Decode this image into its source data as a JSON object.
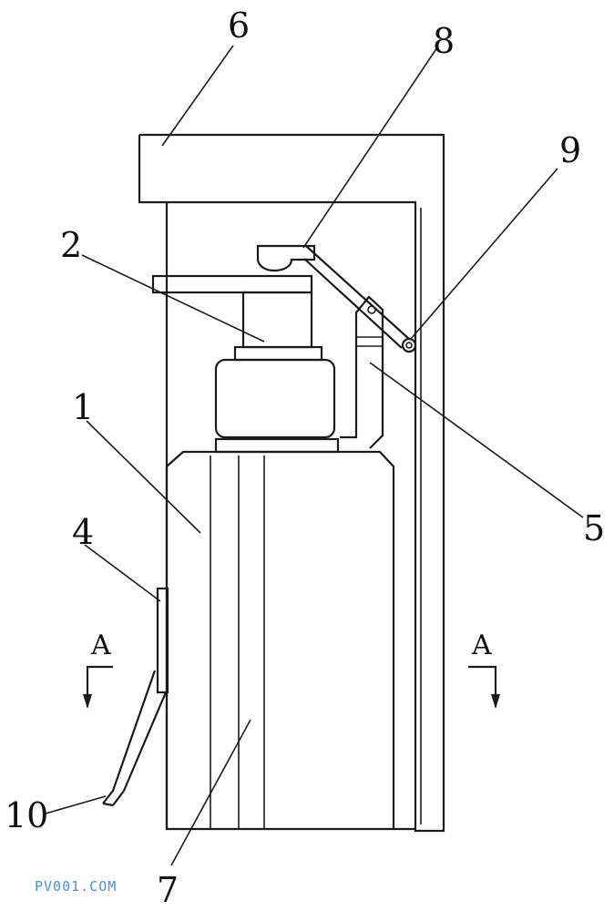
{
  "labels": {
    "l1": "1",
    "l2": "2",
    "l4": "4",
    "l5": "5",
    "l6": "6",
    "l7": "7",
    "l8": "8",
    "l9": "9",
    "l10": "10"
  },
  "section": {
    "left": "A",
    "right": "A"
  },
  "watermark": "PV001.COM",
  "colors": {
    "line": "#1a1a1a",
    "watermark": "#4a8fd0"
  }
}
